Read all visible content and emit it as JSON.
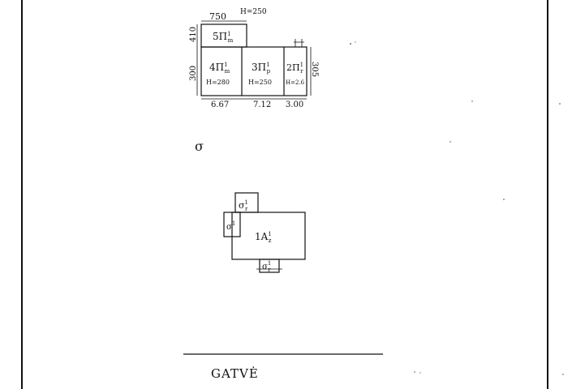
{
  "plan_upper": {
    "top_dimension": "750",
    "top_height_note": "H=250",
    "left_dimension_top": "410",
    "left_dimension_bottom": "300",
    "right_dimension": "305",
    "room_5": {
      "label": "5Π",
      "sup": "1",
      "sub": "m"
    },
    "room_4": {
      "label": "4Π",
      "sup": "1",
      "sub": "m",
      "height": "H=280"
    },
    "room_3": {
      "label": "3Π",
      "sup": "1",
      "sub": "p",
      "height": "H=250"
    },
    "room_2": {
      "label": "2Π",
      "sup": "1",
      "sub": "r",
      "height": "H=2.6"
    },
    "bottom_dims": [
      "6.67",
      "7.12",
      "3.00"
    ]
  },
  "level_mark": "σ",
  "plan_lower": {
    "main_room": {
      "label": "1A",
      "sup": "1",
      "sub": "z"
    },
    "annex_top": {
      "label": "σ",
      "sup": "1",
      "sub": "r"
    },
    "annex_left": {
      "label": "σ",
      "sup": "1",
      "sub": ""
    },
    "annex_bottom": {
      "label": "σ",
      "sup": "1",
      "sub": "r"
    }
  },
  "street_name": "GATVĖ"
}
